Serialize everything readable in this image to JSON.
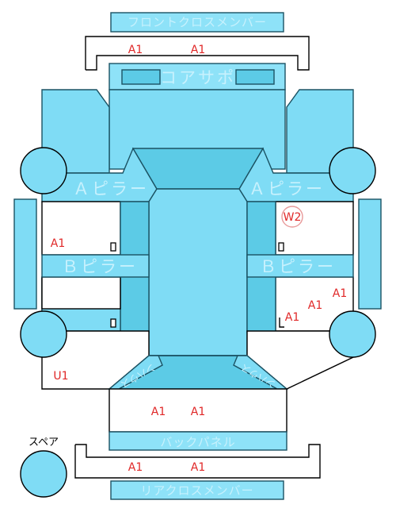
{
  "parts": {
    "front_cross_member": "フロントクロスメンバー",
    "core_support": "コアサポ",
    "a_pillar_left": "Ａピラー",
    "a_pillar_right": "Ａピラー",
    "b_pillar_left": "Ｂピラー",
    "b_pillar_right": "Ｂピラー",
    "inner_left": "ンハウス",
    "inner_right": "ンハウス",
    "back_panel": "バックパネル",
    "rear_cross_member": "リアクロスメンバー",
    "spare": "スペア"
  },
  "marks": {
    "front_cm_1": "A1",
    "front_cm_2": "A1",
    "left_front_door": "A1",
    "right_front_door": "W2",
    "right_rear_1": "A1",
    "right_rear_2": "A1",
    "right_rear_3": "A1",
    "left_quarter": "U1",
    "trunk_1": "A1",
    "trunk_2": "A1",
    "rear_cm_1": "A1",
    "rear_cm_2": "A1"
  },
  "colors": {
    "panel": "#7fdcf5",
    "outline": "#1b5263",
    "mark": "#e02828"
  }
}
